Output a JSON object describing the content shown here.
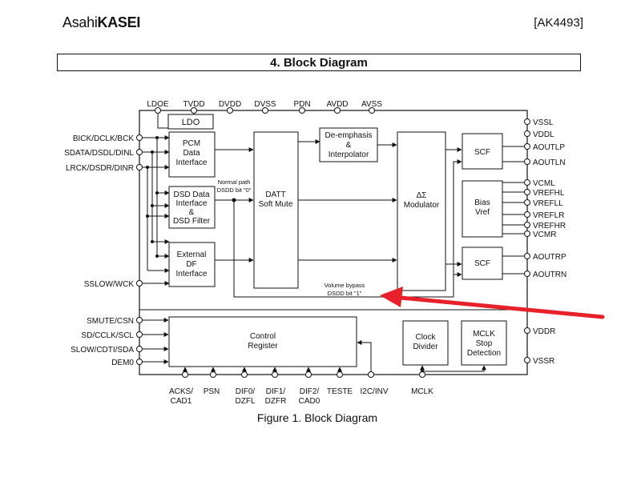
{
  "header": {
    "logo_light": "Asahi",
    "logo_bold": "KASEI",
    "part_code": "[AK4493]"
  },
  "section_title": "4. Block Diagram",
  "caption": "Figure 1. Block Diagram",
  "pins": {
    "top": [
      "LDOE",
      "TVDD",
      "DVDD",
      "DVSS",
      "PDN",
      "AVDD",
      "AVSS"
    ],
    "left": [
      "BICK/DCLK/BCK",
      "SDATA/DSDL/DINL",
      "LRCK/DSDR/DINR",
      "SSLOW/WCK",
      "SMUTE/CSN",
      "SD/CCLK/SCL",
      "SLOW/CDTI/SDA",
      "DEM0"
    ],
    "right": [
      "VSSL",
      "VDDL",
      "AOUTLP",
      "AOUTLN",
      "VCML",
      "VREFHL",
      "VREFLL",
      "VREFLR",
      "VREFHR",
      "VCMR",
      "AOUTRP",
      "AOUTRN",
      "VDDR",
      "VSSR"
    ],
    "bottom": [
      {
        "l1": "ACKS/",
        "l2": "CAD1"
      },
      {
        "l1": "PSN",
        "l2": ""
      },
      {
        "l1": "DIF0/",
        "l2": "DZFL"
      },
      {
        "l1": "DIF1/",
        "l2": "DZFR"
      },
      {
        "l1": "DIF2/",
        "l2": "CAD0"
      },
      {
        "l1": "TESTE",
        "l2": ""
      },
      {
        "l1": "I2C/INV",
        "l2": ""
      },
      {
        "l1": "MCLK",
        "l2": ""
      }
    ]
  },
  "blocks": {
    "ldo": "LDO",
    "pcm": [
      "PCM",
      "Data",
      "Interface"
    ],
    "dsd": [
      "DSD Data",
      "Interface",
      "&",
      "DSD Filter"
    ],
    "ext": [
      "External",
      "DF",
      "Interface"
    ],
    "datt": [
      "DATT",
      "Soft Mute"
    ],
    "deemph": [
      "De-emphasis",
      "&",
      "Interpolator"
    ],
    "modulator": [
      "ΔΣ",
      "Modulator"
    ],
    "scf_top": "SCF",
    "bias": [
      "Bias",
      "Vref"
    ],
    "scf_bottom": "SCF",
    "control": [
      "Control",
      "Register"
    ],
    "clock": [
      "Clock",
      "Divider"
    ],
    "mclk_stop": [
      "MCLK",
      "Stop",
      "Detection"
    ]
  },
  "annotations": {
    "normal_path": [
      "Normal path",
      "DSDD bit \"0\""
    ],
    "volume_bypass": [
      "Volume bypass",
      "DSDD bit \"1\""
    ]
  },
  "colors": {
    "arrow": "#e8202a",
    "line": "#111111"
  }
}
